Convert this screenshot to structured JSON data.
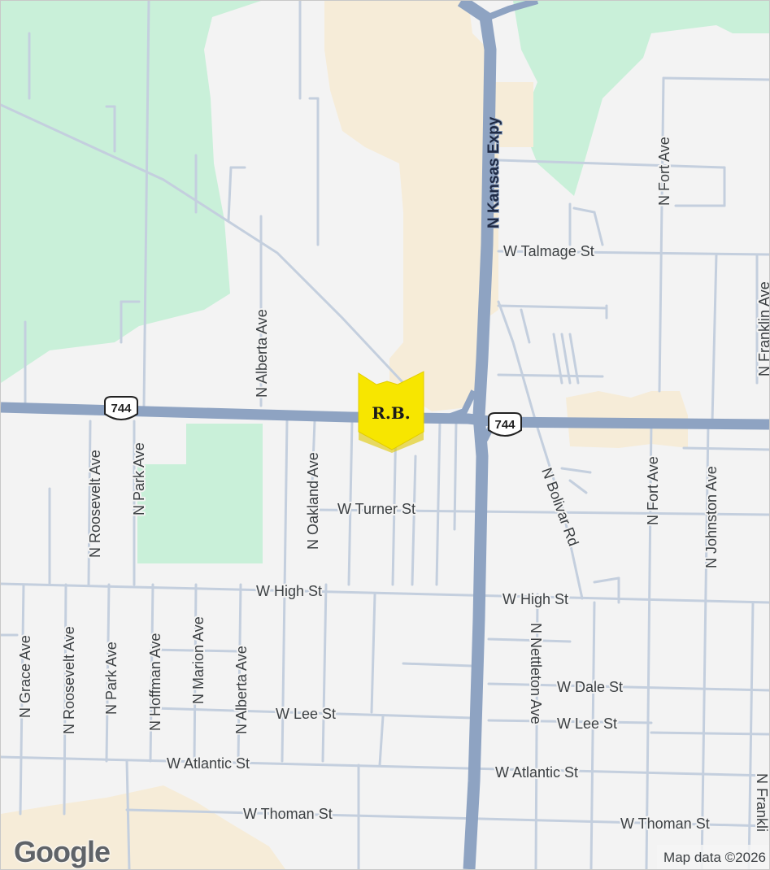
{
  "map": {
    "colors": {
      "background": "#f3f3f3",
      "park": "#c9f0d9",
      "commercial": "#f6ecd8",
      "road": "#c4cfde",
      "highway": "#8ea3c2"
    },
    "highway_label": "N Kansas Expy",
    "route_shield": "744",
    "streets": {
      "n_fort_ave_1": "N Fort Ave",
      "w_talmage_st": "W Talmage St",
      "n_franklin_ave_1": "N Franklin Ave",
      "n_alberta_ave_1": "N Alberta Ave",
      "n_roosevelt_ave_1": "N Roosevelt Ave",
      "n_park_ave_1": "N Park Ave",
      "n_oakland_ave": "N Oakland Ave",
      "w_turner_st": "W Turner St",
      "n_bolivar_rd": "N Bolivar Rd",
      "n_fort_ave_2": "N Fort Ave",
      "n_johnston_ave": "N Johnston Ave",
      "w_high_st_1": "W High St",
      "w_high_st_2": "W High St",
      "n_grace_ave": "N Grace Ave",
      "n_roosevelt_ave_2": "N Roosevelt Ave",
      "n_park_ave_2": "N Park Ave",
      "n_hoffman_ave": "N Hoffman Ave",
      "n_marion_ave": "N Marion Ave",
      "n_alberta_ave_2": "N Alberta Ave",
      "n_nettleton_ave": "N Nettleton Ave",
      "w_dale_st": "W Dale St",
      "w_lee_st_1": "W Lee St",
      "w_lee_st_2": "W Lee St",
      "w_atlantic_st_1": "W Atlantic St",
      "w_atlantic_st_2": "W Atlantic St",
      "w_thoman_st_1": "W Thoman St",
      "w_thoman_st_2": "W Thoman St",
      "n_franklin_ave_2": "N Frankli"
    },
    "marker": {
      "label": "R.B.",
      "color": "#f7e600"
    },
    "logo": "Google",
    "attribution": "Map data ©2026"
  }
}
